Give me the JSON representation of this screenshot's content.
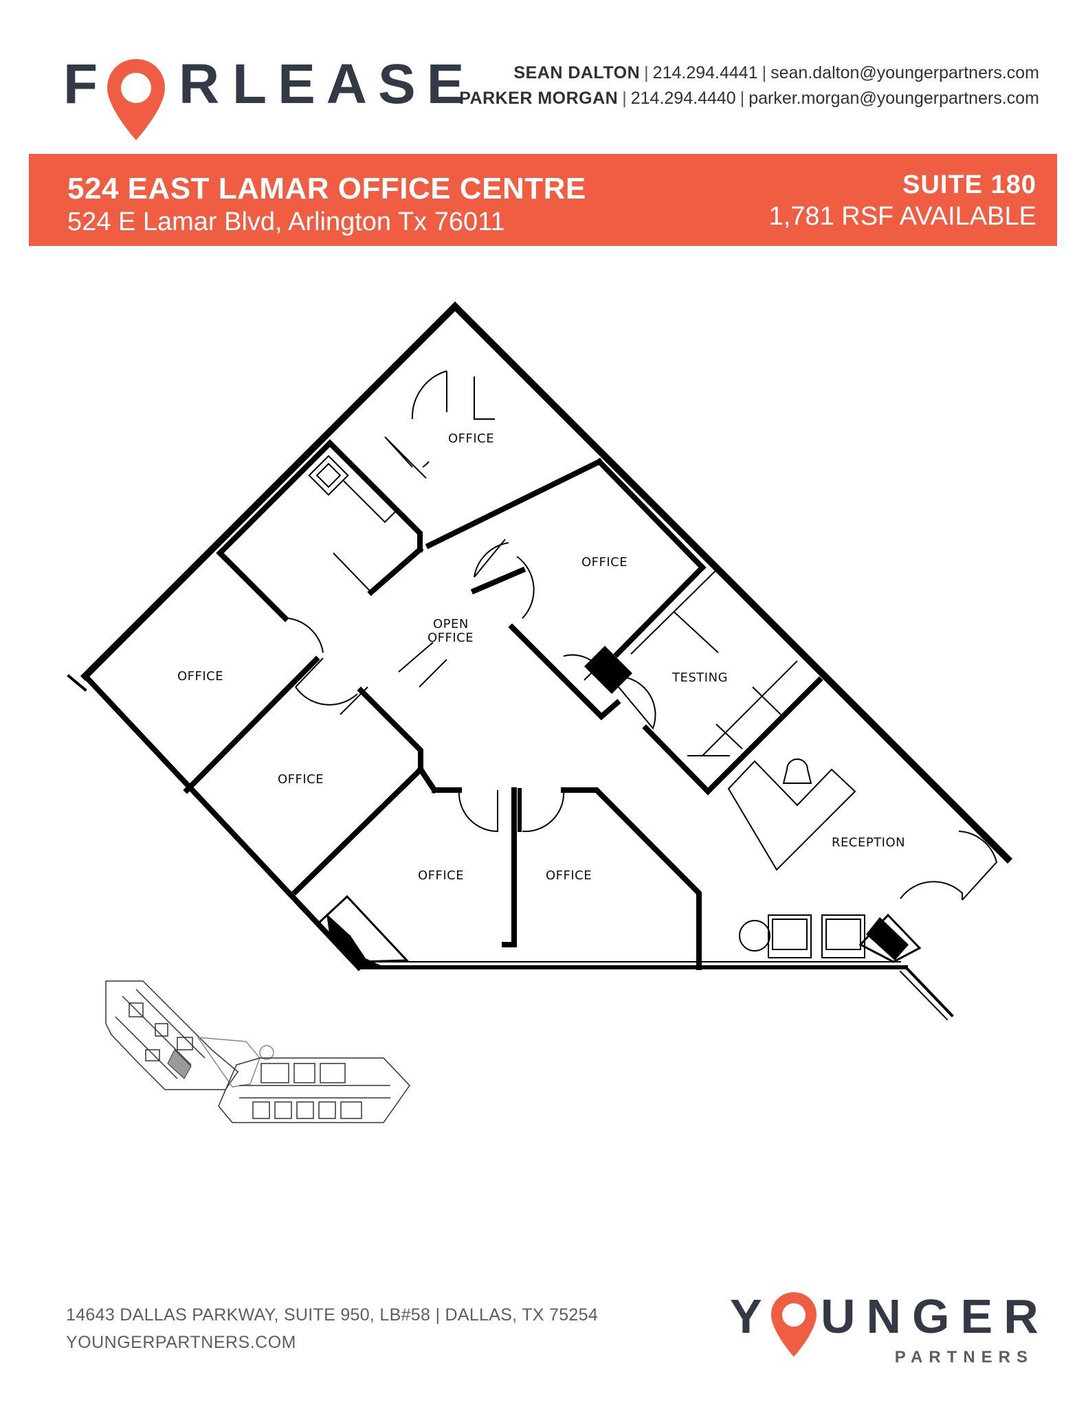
{
  "header": {
    "logo_f": "F",
    "logo_r": "R",
    "logo_lease": "LEASE",
    "contacts": [
      {
        "name": "SEAN DALTON",
        "phone": "214.294.4441",
        "email": "sean.dalton@youngerpartners.com"
      },
      {
        "name": "PARKER MORGAN",
        "phone": "214.294.4440",
        "email": "parker.morgan@youngerpartners.com"
      }
    ],
    "separator": "|"
  },
  "banner": {
    "property_name": "524 EAST LAMAR OFFICE CENTRE",
    "address": "524 E Lamar Blvd, Arlington Tx 76011",
    "suite": "SUITE 180",
    "rsf_number": "1,781",
    "rsf_text": "RSF AVAILABLE"
  },
  "floor_plan": {
    "rooms": {
      "office_top": "OFFICE",
      "office_upper_right": "OFFICE",
      "open_office_line1": "OPEN",
      "open_office_line2": "OFFICE",
      "office_left": "OFFICE",
      "office_lower_left": "OFFICE",
      "office_bottom_1": "OFFICE",
      "office_bottom_2": "OFFICE",
      "testing": "TESTING",
      "reception": "RECEPTION"
    }
  },
  "footer": {
    "address": "14643 DALLAS PARKWAY, SUITE 950, LB#58 | DALLAS, TX 75254",
    "website": "YOUNGERPARTNERS.COM",
    "logo_y": "Y",
    "logo_unger": "UNGER",
    "logo_partners": "PARTNERS"
  },
  "colors": {
    "accent": "#ef5d43",
    "text_dark": "#343a45",
    "text_gray": "#5a5f66"
  }
}
